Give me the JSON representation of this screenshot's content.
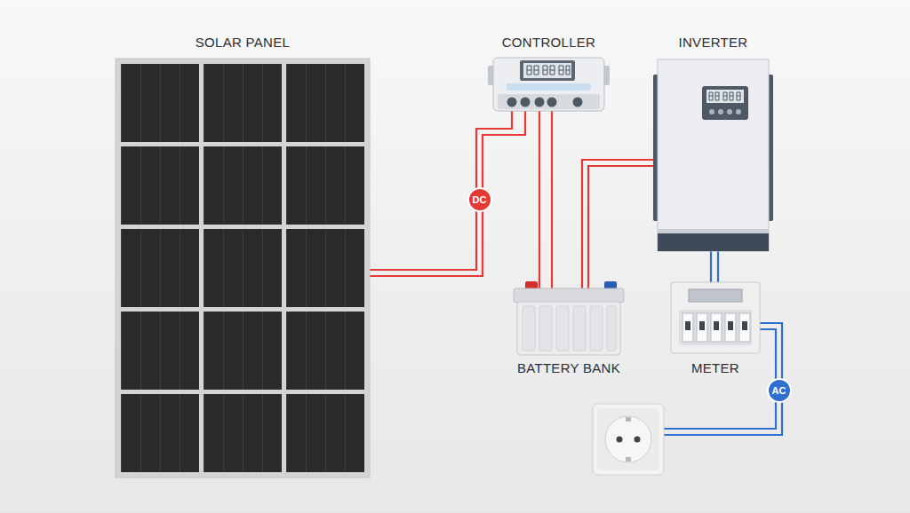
{
  "diagram": {
    "nodes": [
      {
        "text": [
          "SOLAR PANEL"
        ]
      },
      {
        "text": [
          "CONTROLLER"
        ]
      },
      {
        "text": [
          "INVERTER"
        ]
      },
      {
        "text": [
          "BATTERY BANK"
        ]
      },
      {
        "text": [
          "METER"
        ]
      }
    ],
    "edges": [
      {
        "from": 0,
        "to": 1,
        "arrow": "none",
        "label": "DC"
      },
      {
        "from": 1,
        "to": 3,
        "arrow": "none"
      },
      {
        "from": 3,
        "to": 2,
        "arrow": "none"
      },
      {
        "from": 2,
        "to": 4,
        "arrow": "none"
      }
    ],
    "labels": [
      "AC"
    ]
  }
}
